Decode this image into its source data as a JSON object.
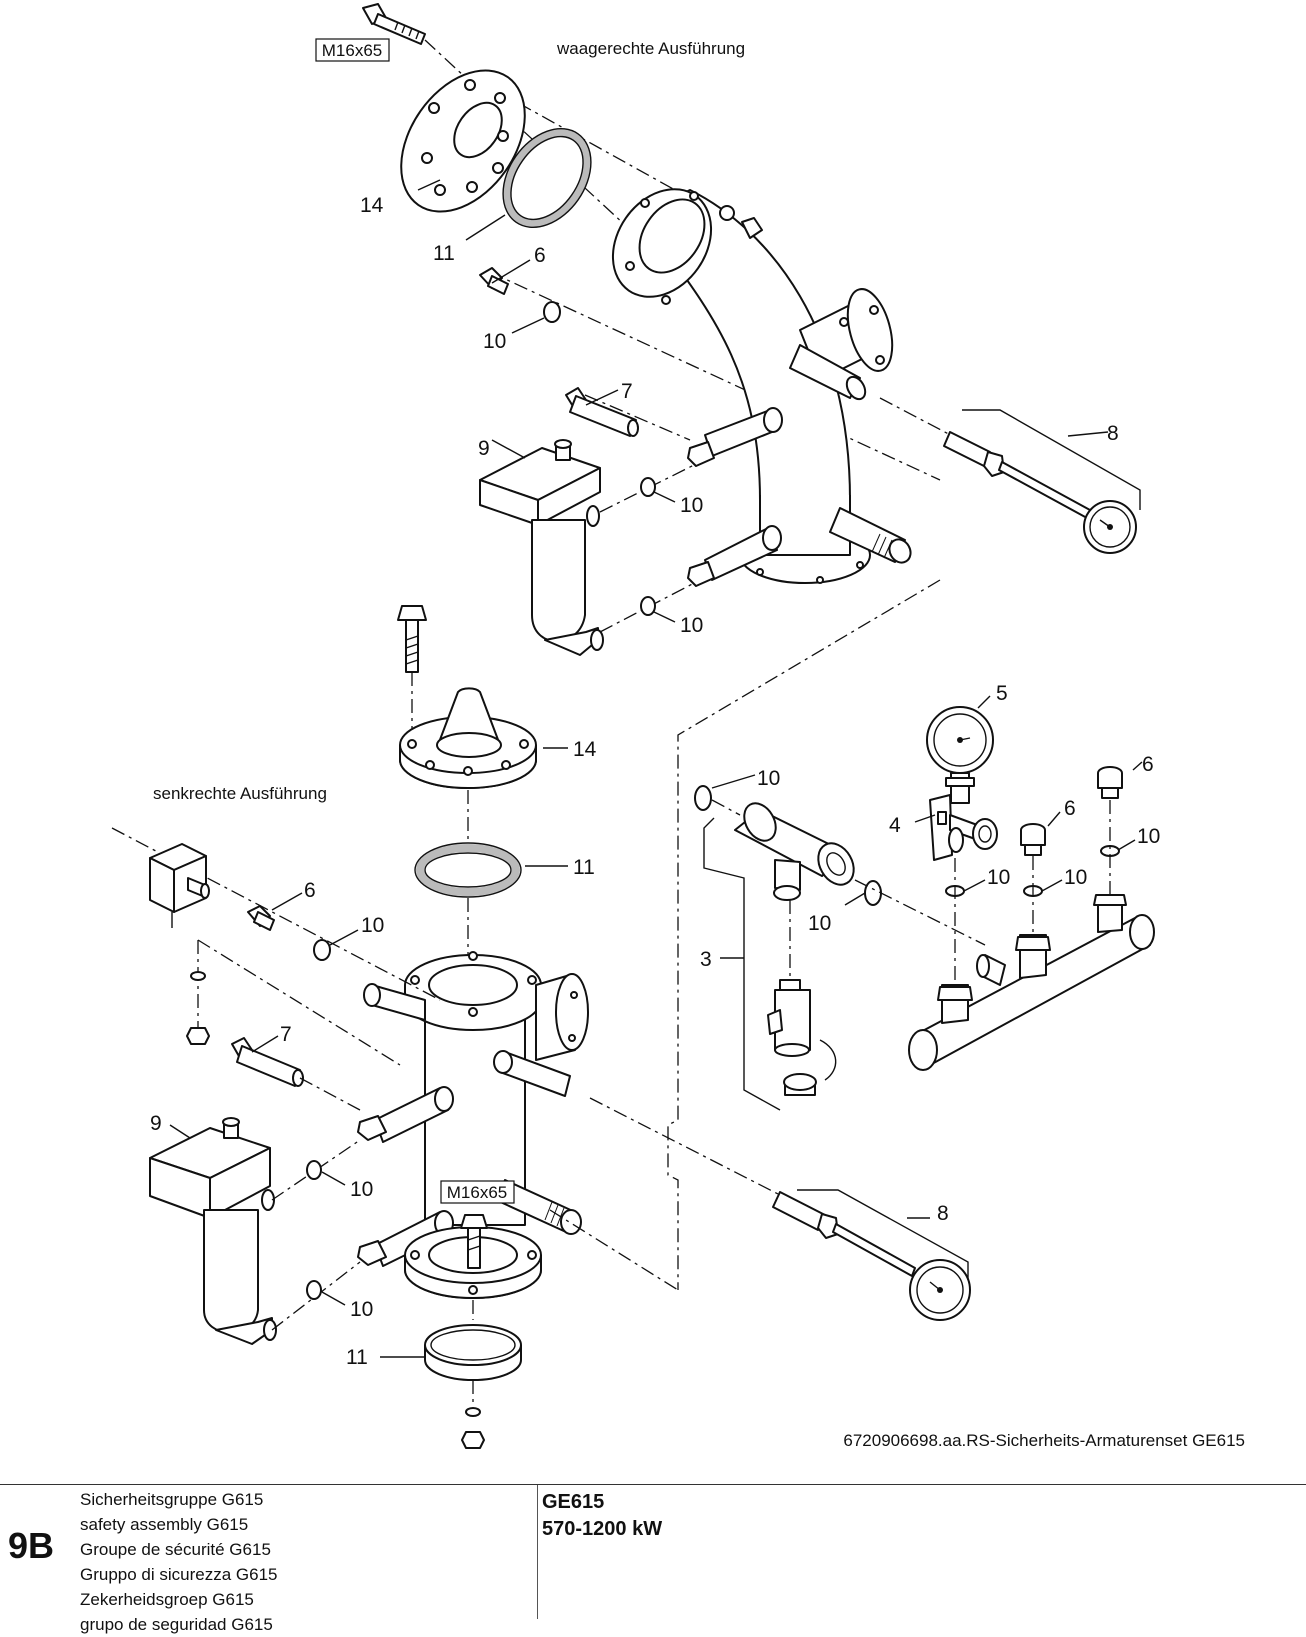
{
  "drawing": {
    "caption_horizontal": "waagerechte Ausführung",
    "caption_vertical": "senkrechte Ausführung",
    "bolt_spec_top": "M16x65",
    "bolt_spec_bottom": "M16x65",
    "reference": "6720906698.aa.RS-Sicherheits-Armaturenset GE615",
    "callouts": {
      "c14a": "14",
      "c11a": "11",
      "c6a": "6",
      "c10a": "10",
      "c7a": "7",
      "c9a": "9",
      "c10b": "10",
      "c10c": "10",
      "c8a": "8",
      "c14b": "14",
      "c11b": "11",
      "c6b": "6",
      "c10d": "10",
      "c7b": "7",
      "c9b": "9",
      "c10e": "10",
      "c10f": "10",
      "c11c": "11",
      "c8b": "8",
      "c5": "5",
      "c10g": "10",
      "c6c": "6",
      "c6d": "6",
      "c4": "4",
      "c10h": "10",
      "c10i": "10",
      "c10j": "10",
      "c10k": "10",
      "c3": "3"
    }
  },
  "footer": {
    "sheet_code": "9B",
    "titles": [
      "Sicherheitsgruppe G615",
      "safety assembly G615",
      "Groupe de sécurité G615",
      "Gruppo di sicurezza G615",
      "Zekerheidsgroep G615",
      "grupo de seguridad G615"
    ],
    "model": "GE615",
    "power_range": "570-1200 kW"
  }
}
